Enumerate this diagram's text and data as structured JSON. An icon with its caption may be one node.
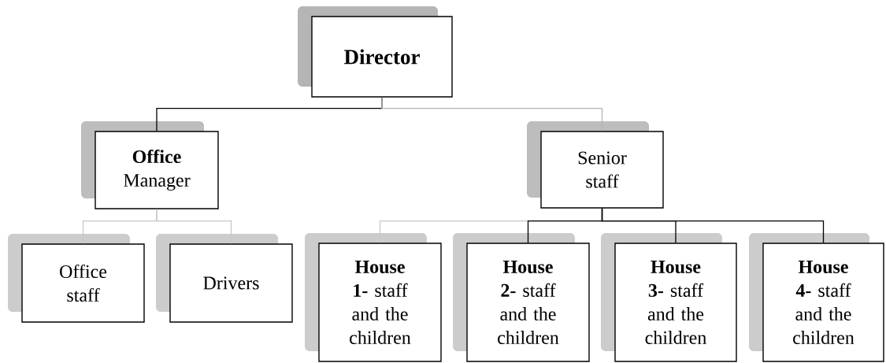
{
  "diagram": {
    "nodes": [
      {
        "text": [
          "Director"
        ]
      },
      {
        "text": [
          "**Office** Manager"
        ]
      },
      {
        "text": [
          "Senior staff"
        ]
      },
      {
        "text": [
          "Office staff"
        ]
      },
      {
        "text": [
          "Drivers"
        ]
      },
      {
        "text": [
          "**House 1-** staff and the children"
        ]
      },
      {
        "text": [
          "**House 2-** staff and the children"
        ]
      },
      {
        "text": [
          "**House 3-** staff and the children"
        ]
      },
      {
        "text": [
          "**House 4-** staff and the children"
        ]
      }
    ],
    "edges": [
      {
        "from": 0,
        "to": 1,
        "arrow": "none"
      },
      {
        "from": 0,
        "to": 2,
        "arrow": "none",
        "color": "#b3b3b3"
      },
      {
        "from": 1,
        "to": 3,
        "arrow": "none",
        "color": "#c8c8c8"
      },
      {
        "from": 1,
        "to": 4,
        "arrow": "none",
        "color": "#c8c8c8"
      },
      {
        "from": 2,
        "to": 5,
        "arrow": "none",
        "color": "#c8c8c8"
      },
      {
        "from": 2,
        "to": 6,
        "arrow": "none"
      },
      {
        "from": 2,
        "to": 7,
        "arrow": "none"
      },
      {
        "from": 2,
        "to": 8,
        "arrow": "none"
      }
    ]
  }
}
